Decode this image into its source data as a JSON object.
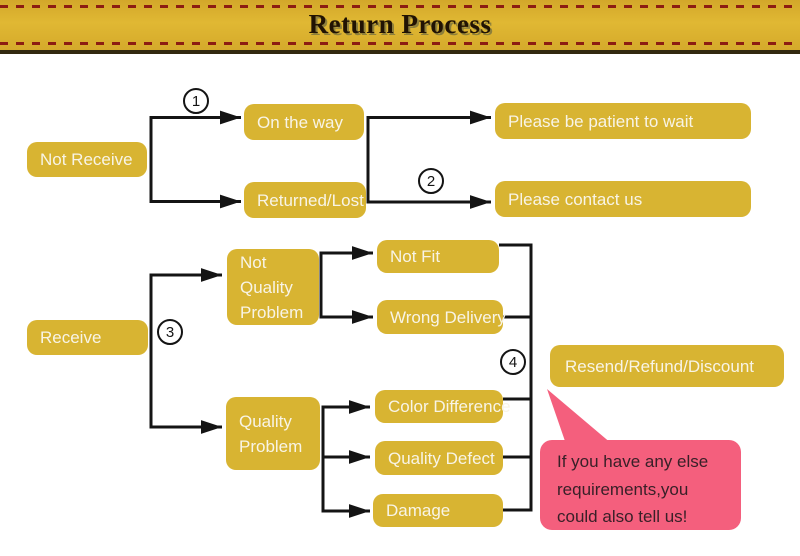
{
  "header": {
    "title": "Return Process"
  },
  "flowchart": {
    "nodes": {
      "not_receive": {
        "label": "Not Receive"
      },
      "on_the_way": {
        "label": "On the way"
      },
      "returned_lost": {
        "label": "Returned/Lost"
      },
      "patient_wait": {
        "label": "Please be patient to wait"
      },
      "contact_us": {
        "label": "Please contact us"
      },
      "receive": {
        "label": "Receive"
      },
      "not_quality_problem": {
        "label": "Not Quality Problem"
      },
      "not_fit": {
        "label": "Not Fit"
      },
      "wrong_delivery": {
        "label": "Wrong Delivery"
      },
      "quality_problem": {
        "label": "Quality Problem"
      },
      "color_difference": {
        "label": "Color Difference"
      },
      "quality_defect": {
        "label": "Quality Defect"
      },
      "damage": {
        "label": "Damage"
      },
      "resend_refund_discount": {
        "label": "Resend/Refund/Discount"
      }
    },
    "steps": {
      "s1": "1",
      "s2": "2",
      "s3": "3",
      "s4": "4"
    }
  },
  "note": {
    "text": "If you have any else\nrequirements,you\ncould also tell us!"
  },
  "theme": {
    "node_fill": "#d8b432",
    "node_text": "#f8f4e6",
    "line": "#141414",
    "banner_gold": "#d9ae2d",
    "banner_dash": "#8c1d12",
    "banner_border": "#32290f",
    "title_color": "#211303",
    "bubble_pink": "#f45f7d",
    "bubble_text": "#392028",
    "bg": "#ffffff"
  }
}
